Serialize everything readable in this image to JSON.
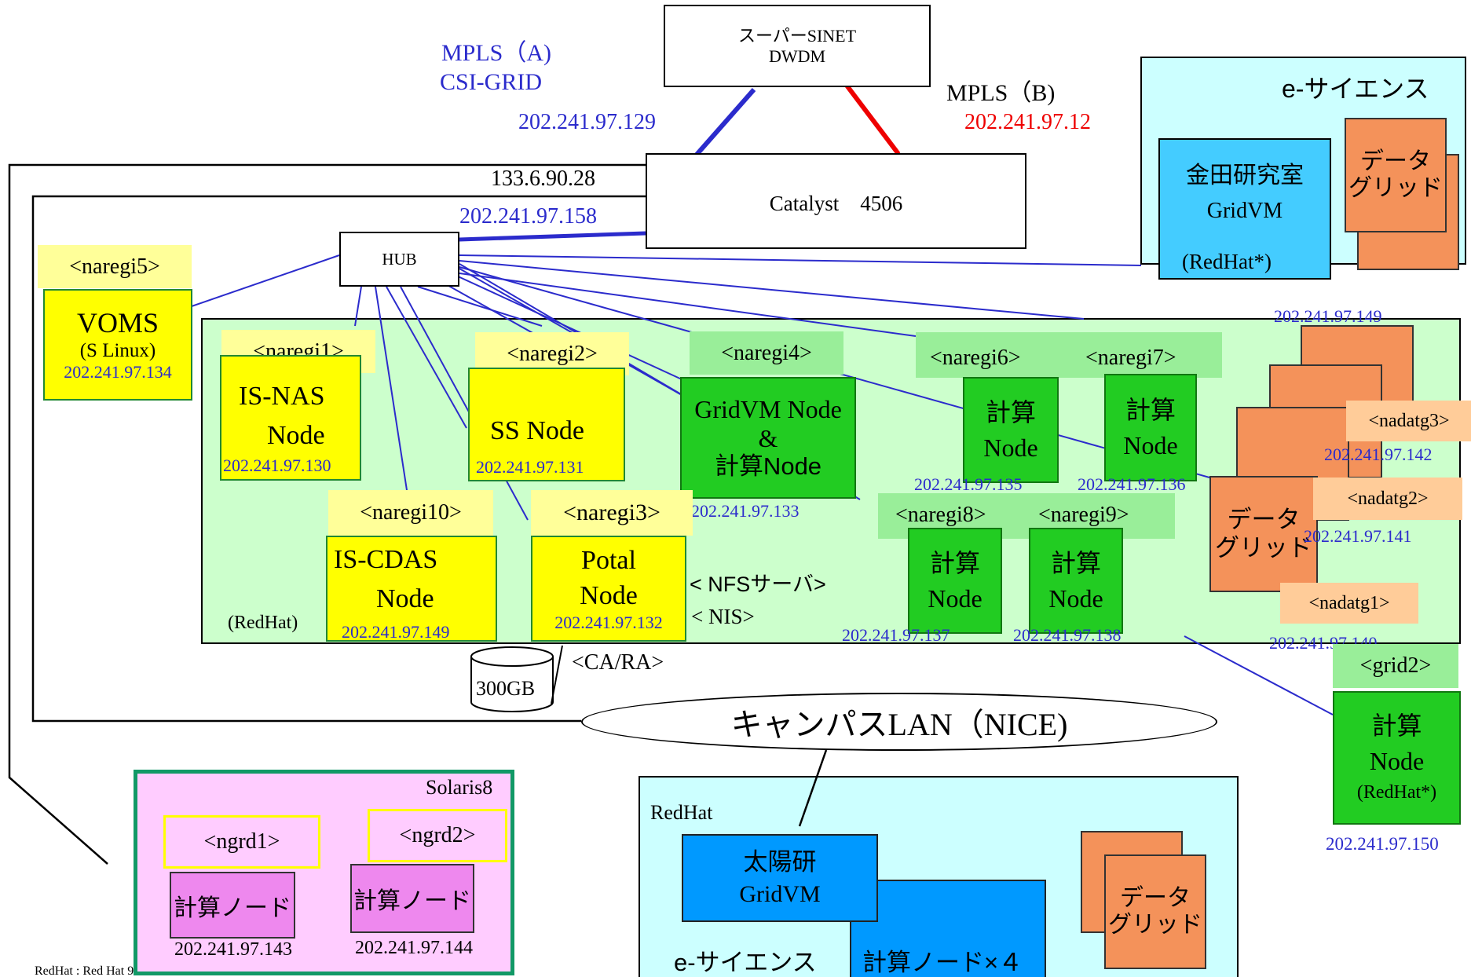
{
  "sinet": {
    "line1": "スーパーSINET",
    "line2": "DWDM"
  },
  "mpls_a": {
    "label": "MPLS（A)",
    "sub": "CSI-GRID",
    "ip": "202.241.97.129"
  },
  "mpls_b": {
    "label": "MPLS（B)",
    "ip": "202.241.97.12"
  },
  "catalyst": {
    "label": "Catalyst　4506",
    "ip_black": "133.6.90.28",
    "ip_blue": "202.241.97.158"
  },
  "hub": {
    "label": "HUB"
  },
  "escience_top": {
    "title": "e-サイエンス",
    "lab_title": "金田研究室",
    "lab_sub": "GridVM",
    "lab_os": "(RedHat*)",
    "grid_line1": "データ",
    "grid_line2": "グリッド"
  },
  "naregi5": {
    "tag": "<naregi5>",
    "name": "VOMS",
    "sub": "(S Linux)",
    "ip": "202.241.97.134"
  },
  "naregi1": {
    "tag": "<naregi1>",
    "line1": "IS-NAS",
    "line2": "Node",
    "ip": "202.241.97.130"
  },
  "naregi2": {
    "tag": "<naregi2>",
    "line1": "SS Node",
    "ip": "202.241.97.131"
  },
  "naregi4": {
    "tag": "<naregi4>",
    "line1": "GridVM Node",
    "line2": "&",
    "line3": "計算Node",
    "ip": "202.241.97.133"
  },
  "naregi6": {
    "tag": "<naregi6>",
    "line1": "計算",
    "line2": "Node",
    "ip": "202.241.97.135"
  },
  "naregi7": {
    "tag": "<naregi7>",
    "line1": "計算",
    "line2": "Node",
    "ip": "202.241.97.136"
  },
  "naregi8": {
    "tag": "<naregi8>",
    "line1": "計算",
    "line2": "Node",
    "ip": "202.241.97.137"
  },
  "naregi9": {
    "tag": "<naregi9>",
    "line1": "計算",
    "line2": "Node",
    "ip": "202.241.97.138"
  },
  "naregi10": {
    "tag": "<naregi10>",
    "line1": "IS-CDAS",
    "line2": "Node",
    "ip": "202.241.97.149"
  },
  "naregi3": {
    "tag": "<naregi3>",
    "line1": "Potal",
    "line2": "Node",
    "ip": "202.241.97.132"
  },
  "redhat_label": "(RedHat)",
  "nfs_label": "< NFSサーバ>",
  "nis_label": "< NIS>",
  "storage": {
    "label": "300GB",
    "ca": "<CA/RA>"
  },
  "datagrid_main": {
    "line1": "データ",
    "line2": "グリッド",
    "ip_top": "202.241.97.149",
    "nadatg3": "<nadatg3>",
    "nadatg3_ip": "202.241.97.142",
    "nadatg2": "<nadatg2>",
    "nadatg2_ip": "202.241.97.141",
    "nadatg1": "<nadatg1>",
    "nadatg1_ip": "202.241.97.140"
  },
  "grid2": {
    "tag": "<grid2>",
    "line1": "計算",
    "line2": "Node",
    "line3": "(RedHat*)",
    "ip": "202.241.97.150"
  },
  "campus": {
    "label": "キャンパスLAN（NICE)"
  },
  "solaris": {
    "title": "Solaris8",
    "ngrd1_tag": "<ngrd1>",
    "ngrd1_node": "計算ノード",
    "ngrd1_ip": "202.241.97.143",
    "ngrd2_tag": "<ngrd2>",
    "ngrd2_node": "計算ノード",
    "ngrd2_ip": "202.241.97.144"
  },
  "escience_bottom": {
    "os": "RedHat",
    "lab_line1": "太陽研",
    "lab_line2": "GridVM",
    "nodes": "計算ノード×４",
    "title": "e-サイエンス",
    "grid_line1": "データ",
    "grid_line2": "グリッド"
  },
  "footnote": "RedHat : Red Hat 9",
  "colors": {
    "link_blue": "#2b2bcc",
    "link_red": "#ee0000",
    "cyan_bg": "#ccffff",
    "green_bg": "#ccffcc",
    "pink_bg": "#ffccff",
    "node_yellow": "#ffff00",
    "node_green": "#22cc22",
    "node_orange": "#f4925a",
    "node_blue": "#0099ff"
  }
}
